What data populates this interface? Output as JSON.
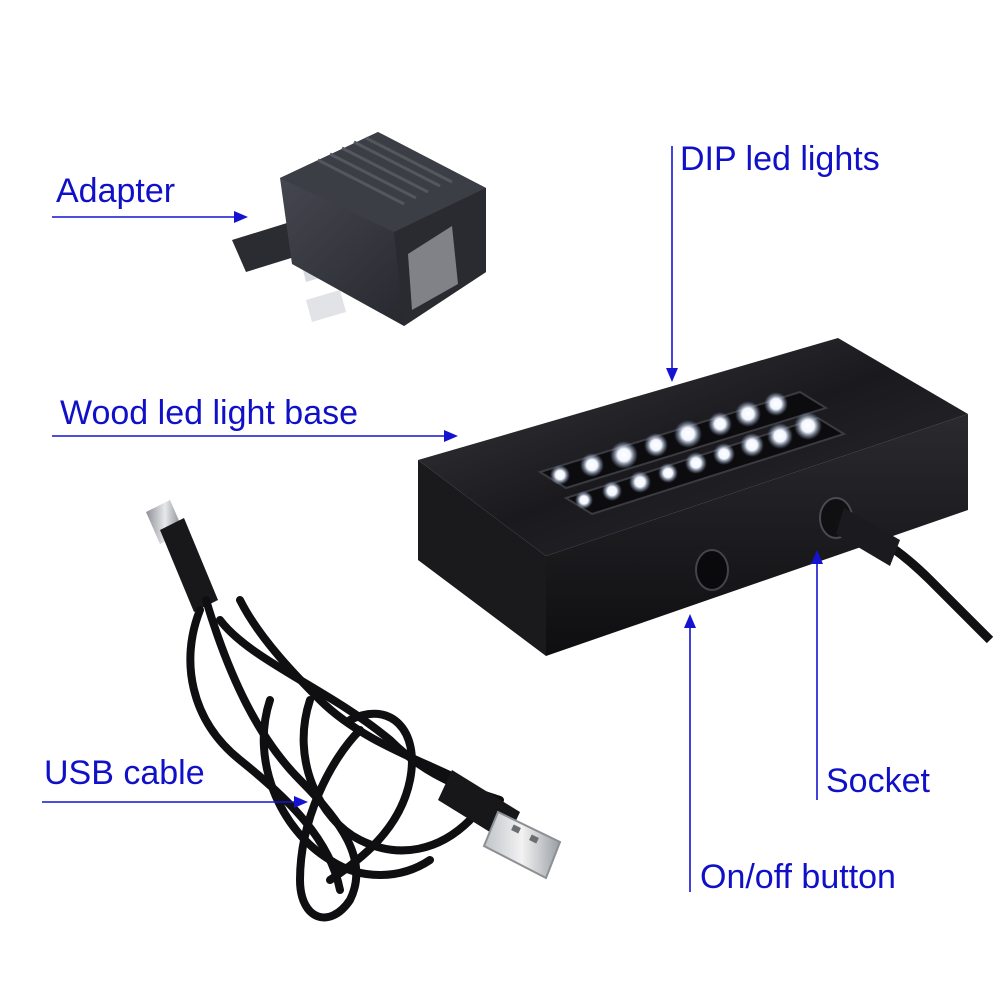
{
  "labels": {
    "adapter": "Adapter",
    "dip_led_lights": "DIP led lights",
    "wood_led_light_base": "Wood led light base",
    "usb_cable": "USB cable",
    "socket": "Socket",
    "on_off_button": "On/off button"
  },
  "colors": {
    "label_blue": "#1010c8",
    "product_black": "#1c1c1f",
    "led_white": "#ffffff"
  }
}
